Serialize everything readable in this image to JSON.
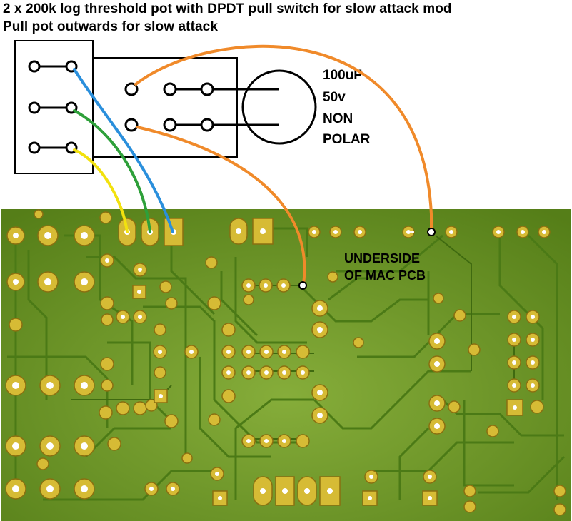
{
  "header": {
    "title_line1": "2 x 200k log threshold pot with DPDT pull switch for slow attack mod",
    "title_line2": "Pull pot outwards for slow attack"
  },
  "capacitor": {
    "label_lines": [
      "100uF",
      "50v",
      "NON",
      "POLAR"
    ]
  },
  "pcb": {
    "label_lines": [
      "UNDERSIDE",
      "OF MAC PCB"
    ]
  },
  "colors": {
    "pcb_green": "#6f9a27",
    "trace_green": "#4b7a16",
    "pad_gold": "#d6bb35",
    "wire_orange": "#f08a2a",
    "wire_blue": "#2a8fdc",
    "wire_green": "#2ea03a",
    "wire_yellow": "#f2e10e"
  }
}
